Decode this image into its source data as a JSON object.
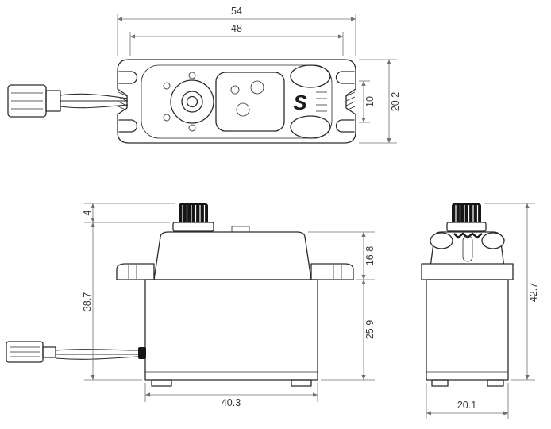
{
  "logo_text": "S",
  "dimensions": {
    "top_overall_width": "54",
    "top_mount_spacing": "48",
    "top_body_depth": "20.2",
    "top_case_offset": "10",
    "front_spline_height": "4",
    "front_case_height": "38.7",
    "front_upper_height": "16.8",
    "front_lower_height": "25.9",
    "front_body_width": "40.3",
    "side_total_height": "42.7",
    "side_body_depth": "20.1"
  }
}
